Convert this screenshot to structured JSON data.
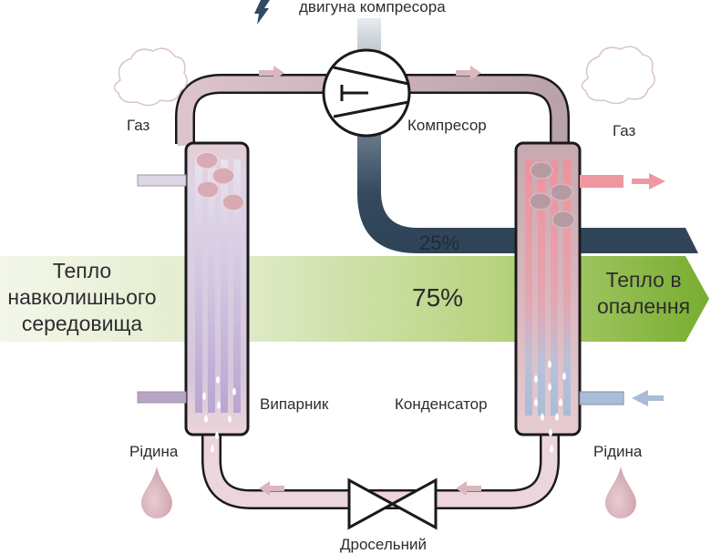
{
  "diagram": {
    "title": "Heat pump cycle",
    "labels": {
      "motor": "двигуна компресора",
      "compressor": "Компресор",
      "gas_left": "Газ",
      "gas_right": "Газ",
      "evaporator": "Випарник",
      "condenser": "Конденсатор",
      "liquid_left": "Рідина",
      "liquid_right": "Рідина",
      "throttle": "Дросельний",
      "ambient_heat": [
        "Тепло",
        "навколишнього",
        "середовища"
      ],
      "heating_out": [
        "Тепло в",
        "опалення"
      ]
    },
    "shares": {
      "electric_energy_pct": "25%",
      "ambient_heat_pct": "75%"
    },
    "colors": {
      "pipe_gas": "#d2b8be",
      "pipe_hot": "#b89ea4",
      "pipe_liquid": "#ecd6db",
      "green_band_start": "#eef4df",
      "green_band_end": "#7fb33a",
      "electric_band": "#34495e",
      "hot_tube": "#ef97a0",
      "cold_tube": "#a9bcd8",
      "evap_tube": "#c7bbdb",
      "outline": "#1a1a1a",
      "text": "#2d2d2d"
    },
    "icons": [
      "lightning-icon",
      "compressor-symbol",
      "throttle-valve-symbol",
      "cloud-icon",
      "droplet-icon",
      "flow-arrow-icon"
    ]
  }
}
